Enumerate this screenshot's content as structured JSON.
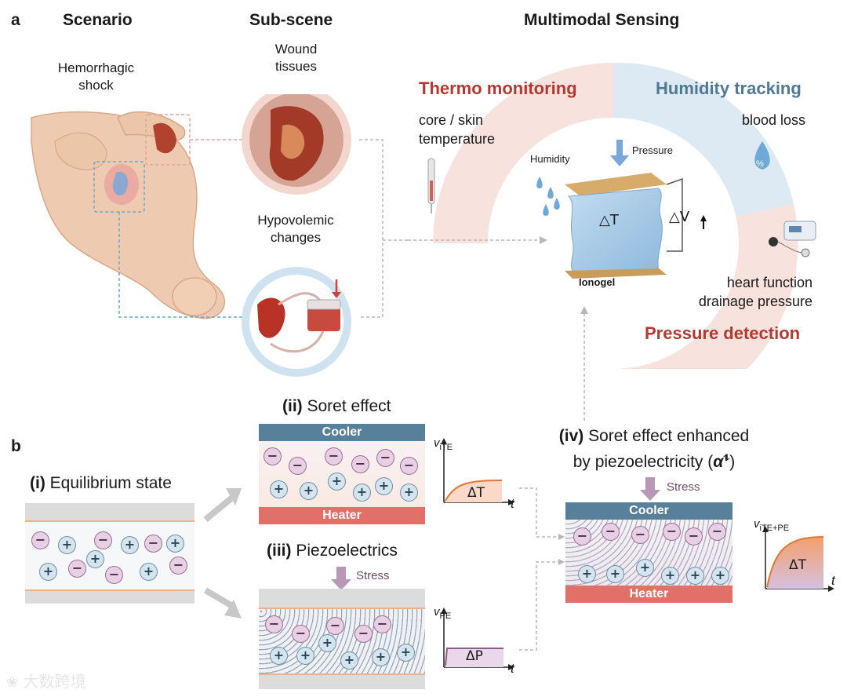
{
  "panel_a": {
    "label": "a",
    "scenario_header": "Scenario",
    "subscene_header": "Sub-scene",
    "sensing_header": "Multimodal Sensing",
    "shock_label_1": "Hemorrhagic",
    "shock_label_2": "shock",
    "wound_label_1": "Wound",
    "wound_label_2": "tissues",
    "hypo_label_1": "Hypovolemic",
    "hypo_label_2": "changes",
    "thermo_title": "Thermo monitoring",
    "thermo_desc_1": "core / skin",
    "thermo_desc_2": "temperature",
    "humidity_title": "Humidity tracking",
    "humidity_desc": "blood loss",
    "pressure_title": "Pressure detection",
    "pressure_desc_1": "heart function",
    "pressure_desc_2": "drainage pressure",
    "gel_humidity": "Humidity",
    "gel_pressure": "Pressure",
    "gel_dt": "△T",
    "gel_dv": "△V",
    "gel_name": "Ionogel",
    "drop_percent": "%"
  },
  "panel_b": {
    "label": "b",
    "state_i_num": "(i)",
    "state_i_text": "Equilibrium state",
    "state_ii_num": "(ii)",
    "state_ii_text": "Soret effect",
    "state_iii_num": "(iii)",
    "state_iii_text": "Piezoelectrics",
    "state_iv_num": "(iv)",
    "state_iv_text_1": "Soret effect enhanced",
    "state_iv_text_2": "by piezoelectricity (",
    "state_iv_alpha": "α",
    "state_iv_sup": "⥮",
    "state_iv_close": ")",
    "cooler": "Cooler",
    "heater": "Heater",
    "stress": "Stress",
    "minus": "−",
    "plus": "+",
    "plot_ite_v": "v",
    "plot_ite_sub": "iTE",
    "plot_ite_delta": "ΔT",
    "plot_pe_v": "v",
    "plot_pe_sub": "PE",
    "plot_pe_delta": "ΔP",
    "plot_combo_v": "v",
    "plot_combo_sub": "iTE+PE",
    "plot_combo_delta": "ΔT",
    "t_axis": "t"
  },
  "watermark": "大数跨境",
  "colors": {
    "thermo": "#b23a30",
    "humidity": "#4e7a95",
    "cooler": "#58809a",
    "heater": "#e07068",
    "stress_arrow": "#a888a6"
  }
}
